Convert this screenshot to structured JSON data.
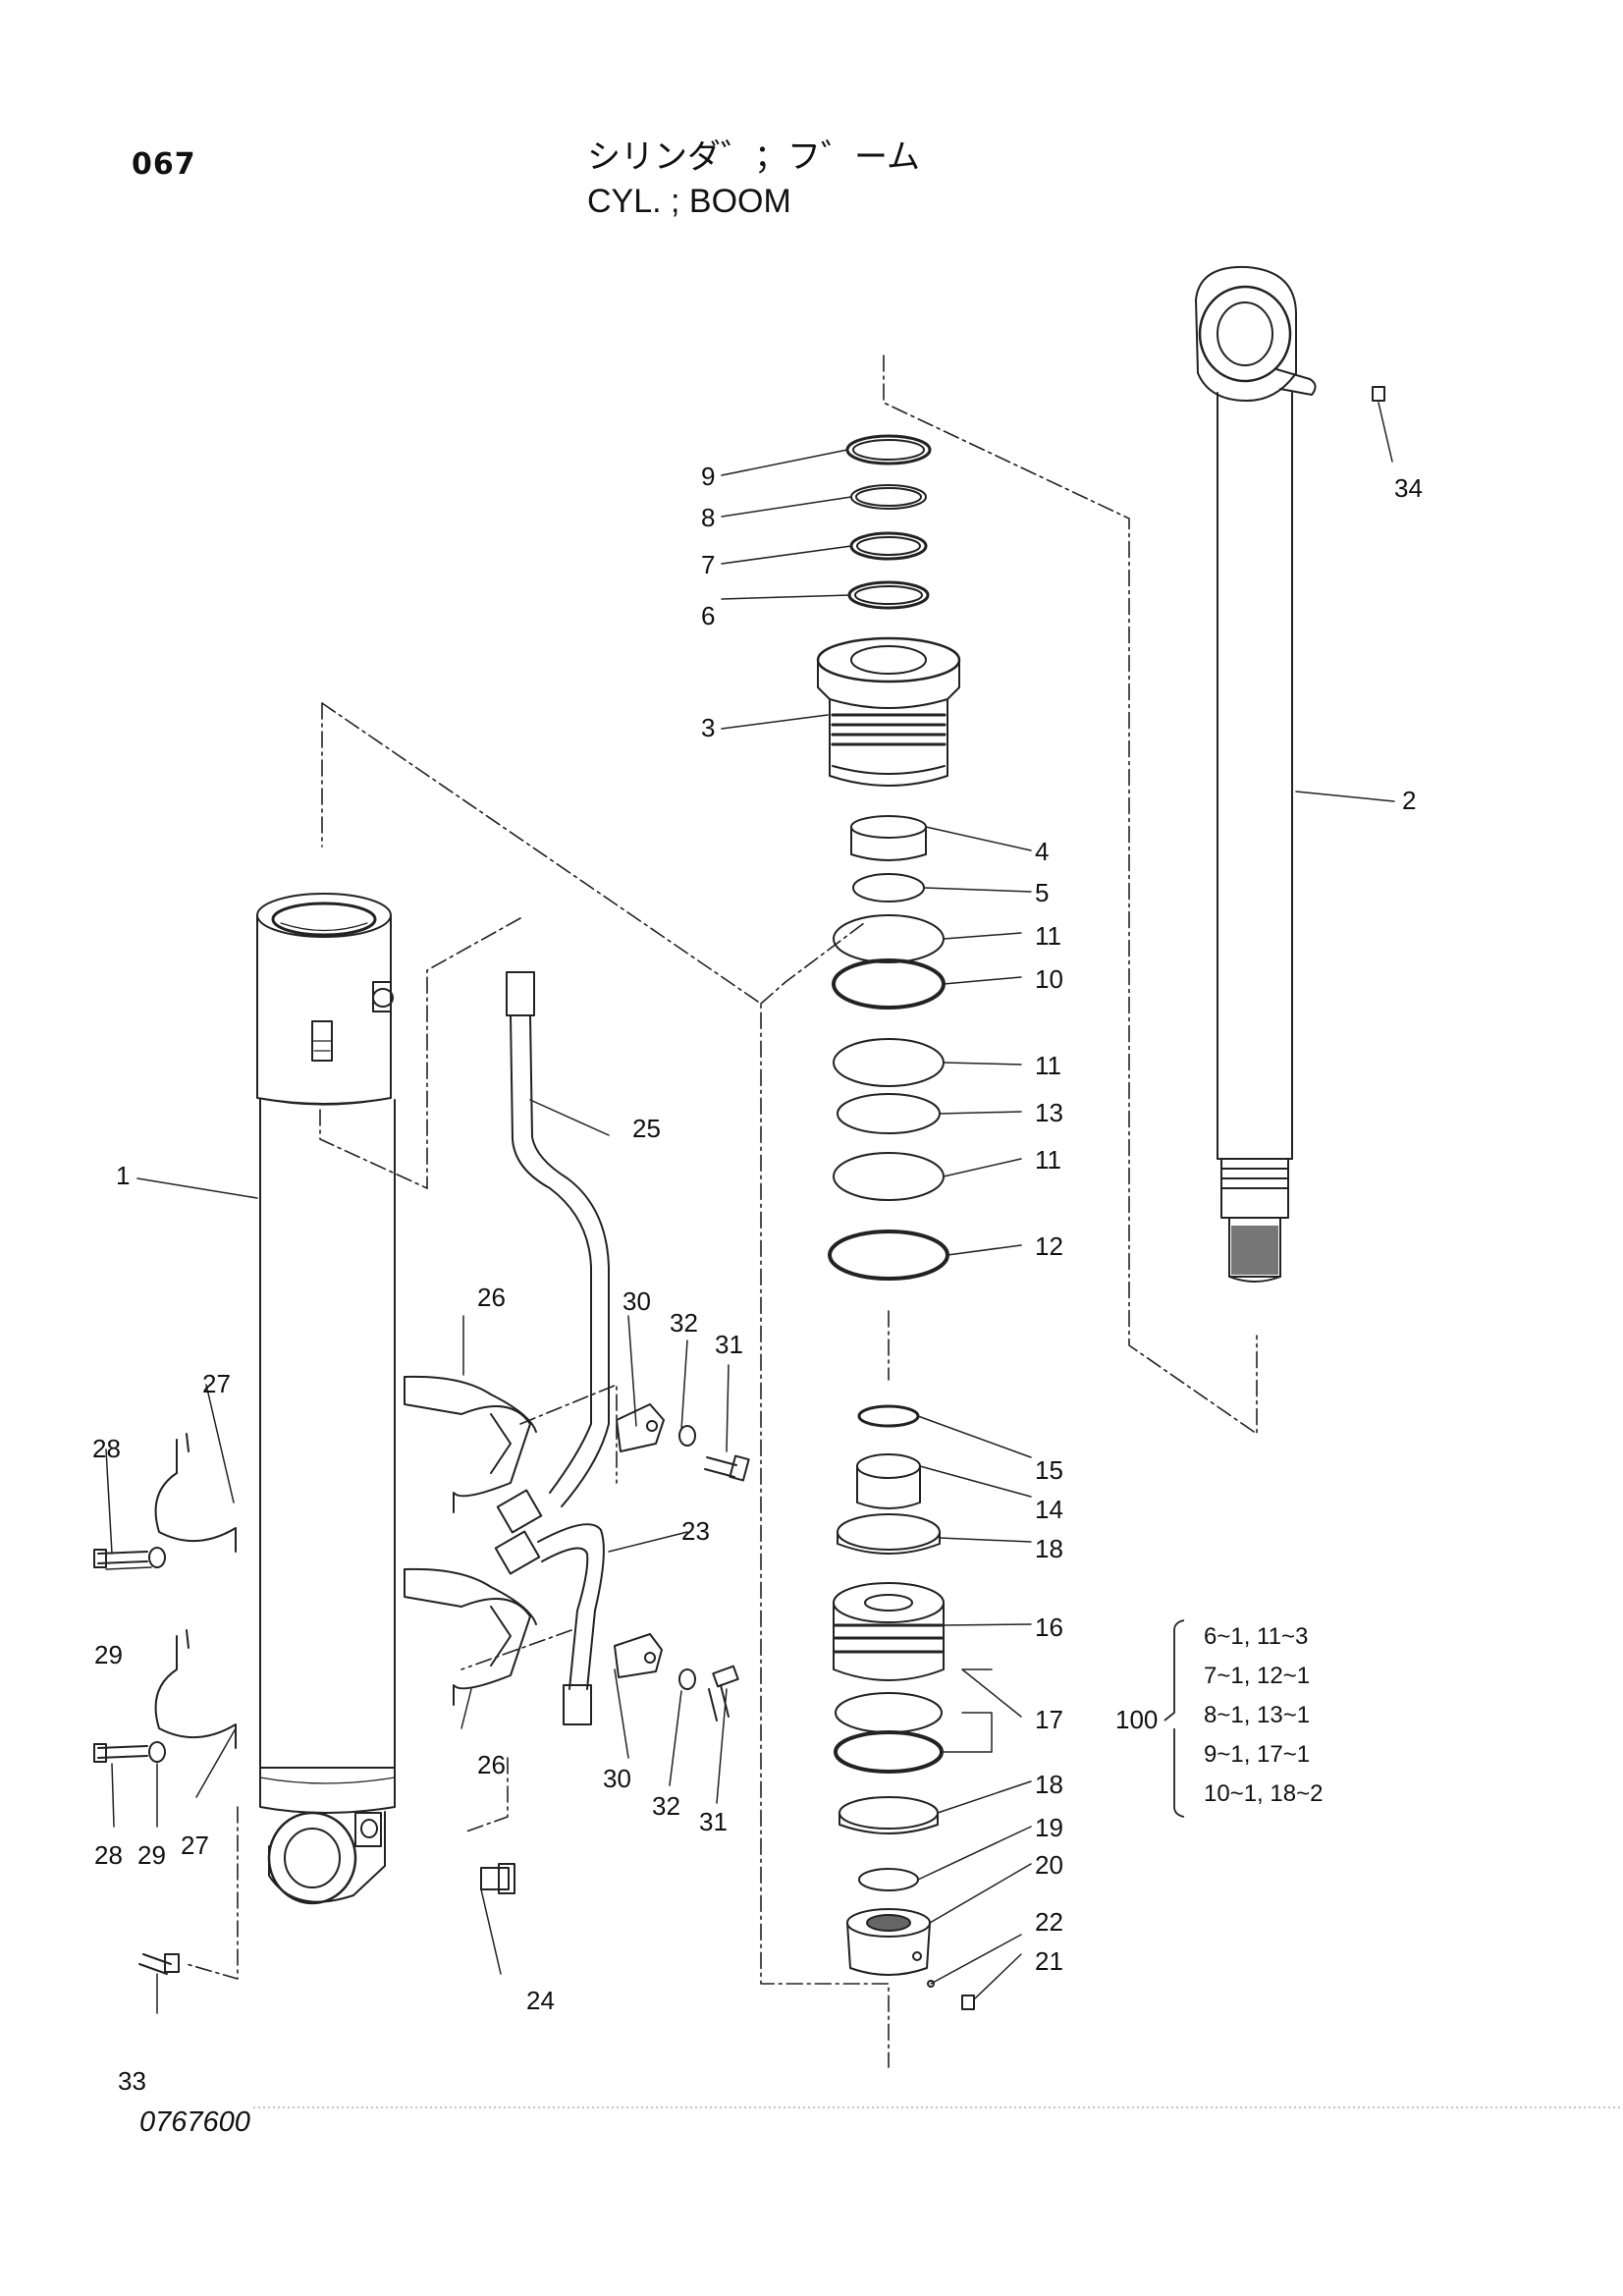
{
  "header": {
    "page_number": "067",
    "title_jp": "シリンダ゛；フ゛ーム",
    "title_en": "CYL. ; BOOM"
  },
  "footer": {
    "drawing_number": "0767600"
  },
  "callouts": [
    {
      "id": "c1",
      "label": "1"
    },
    {
      "id": "c2",
      "label": "2"
    },
    {
      "id": "c3",
      "label": "3"
    },
    {
      "id": "c4",
      "label": "4"
    },
    {
      "id": "c5",
      "label": "5"
    },
    {
      "id": "c6",
      "label": "6"
    },
    {
      "id": "c7",
      "label": "7"
    },
    {
      "id": "c8",
      "label": "8"
    },
    {
      "id": "c9",
      "label": "9"
    },
    {
      "id": "c10",
      "label": "10"
    },
    {
      "id": "c11a",
      "label": "11"
    },
    {
      "id": "c11b",
      "label": "11"
    },
    {
      "id": "c11c",
      "label": "11"
    },
    {
      "id": "c12",
      "label": "12"
    },
    {
      "id": "c13",
      "label": "13"
    },
    {
      "id": "c14",
      "label": "14"
    },
    {
      "id": "c15",
      "label": "15"
    },
    {
      "id": "c16",
      "label": "16"
    },
    {
      "id": "c17",
      "label": "17"
    },
    {
      "id": "c18a",
      "label": "18"
    },
    {
      "id": "c18b",
      "label": "18"
    },
    {
      "id": "c19",
      "label": "19"
    },
    {
      "id": "c20",
      "label": "20"
    },
    {
      "id": "c21",
      "label": "21"
    },
    {
      "id": "c22",
      "label": "22"
    },
    {
      "id": "c23",
      "label": "23"
    },
    {
      "id": "c24",
      "label": "24"
    },
    {
      "id": "c25",
      "label": "25"
    },
    {
      "id": "c26a",
      "label": "26"
    },
    {
      "id": "c26b",
      "label": "26"
    },
    {
      "id": "c27a",
      "label": "27"
    },
    {
      "id": "c27b",
      "label": "27"
    },
    {
      "id": "c28a",
      "label": "28"
    },
    {
      "id": "c28b",
      "label": "28"
    },
    {
      "id": "c29a",
      "label": "29"
    },
    {
      "id": "c29b",
      "label": "29"
    },
    {
      "id": "c30a",
      "label": "30"
    },
    {
      "id": "c30b",
      "label": "30"
    },
    {
      "id": "c31a",
      "label": "31"
    },
    {
      "id": "c31b",
      "label": "31"
    },
    {
      "id": "c32a",
      "label": "32"
    },
    {
      "id": "c32b",
      "label": "32"
    },
    {
      "id": "c33",
      "label": "33"
    },
    {
      "id": "c34",
      "label": "34"
    }
  ],
  "seal_kit": {
    "label": "100",
    "entries": [
      "6~1, 11~3",
      "7~1, 12~1",
      "8~1, 13~1",
      "9~1, 17~1",
      "10~1, 18~2"
    ]
  }
}
